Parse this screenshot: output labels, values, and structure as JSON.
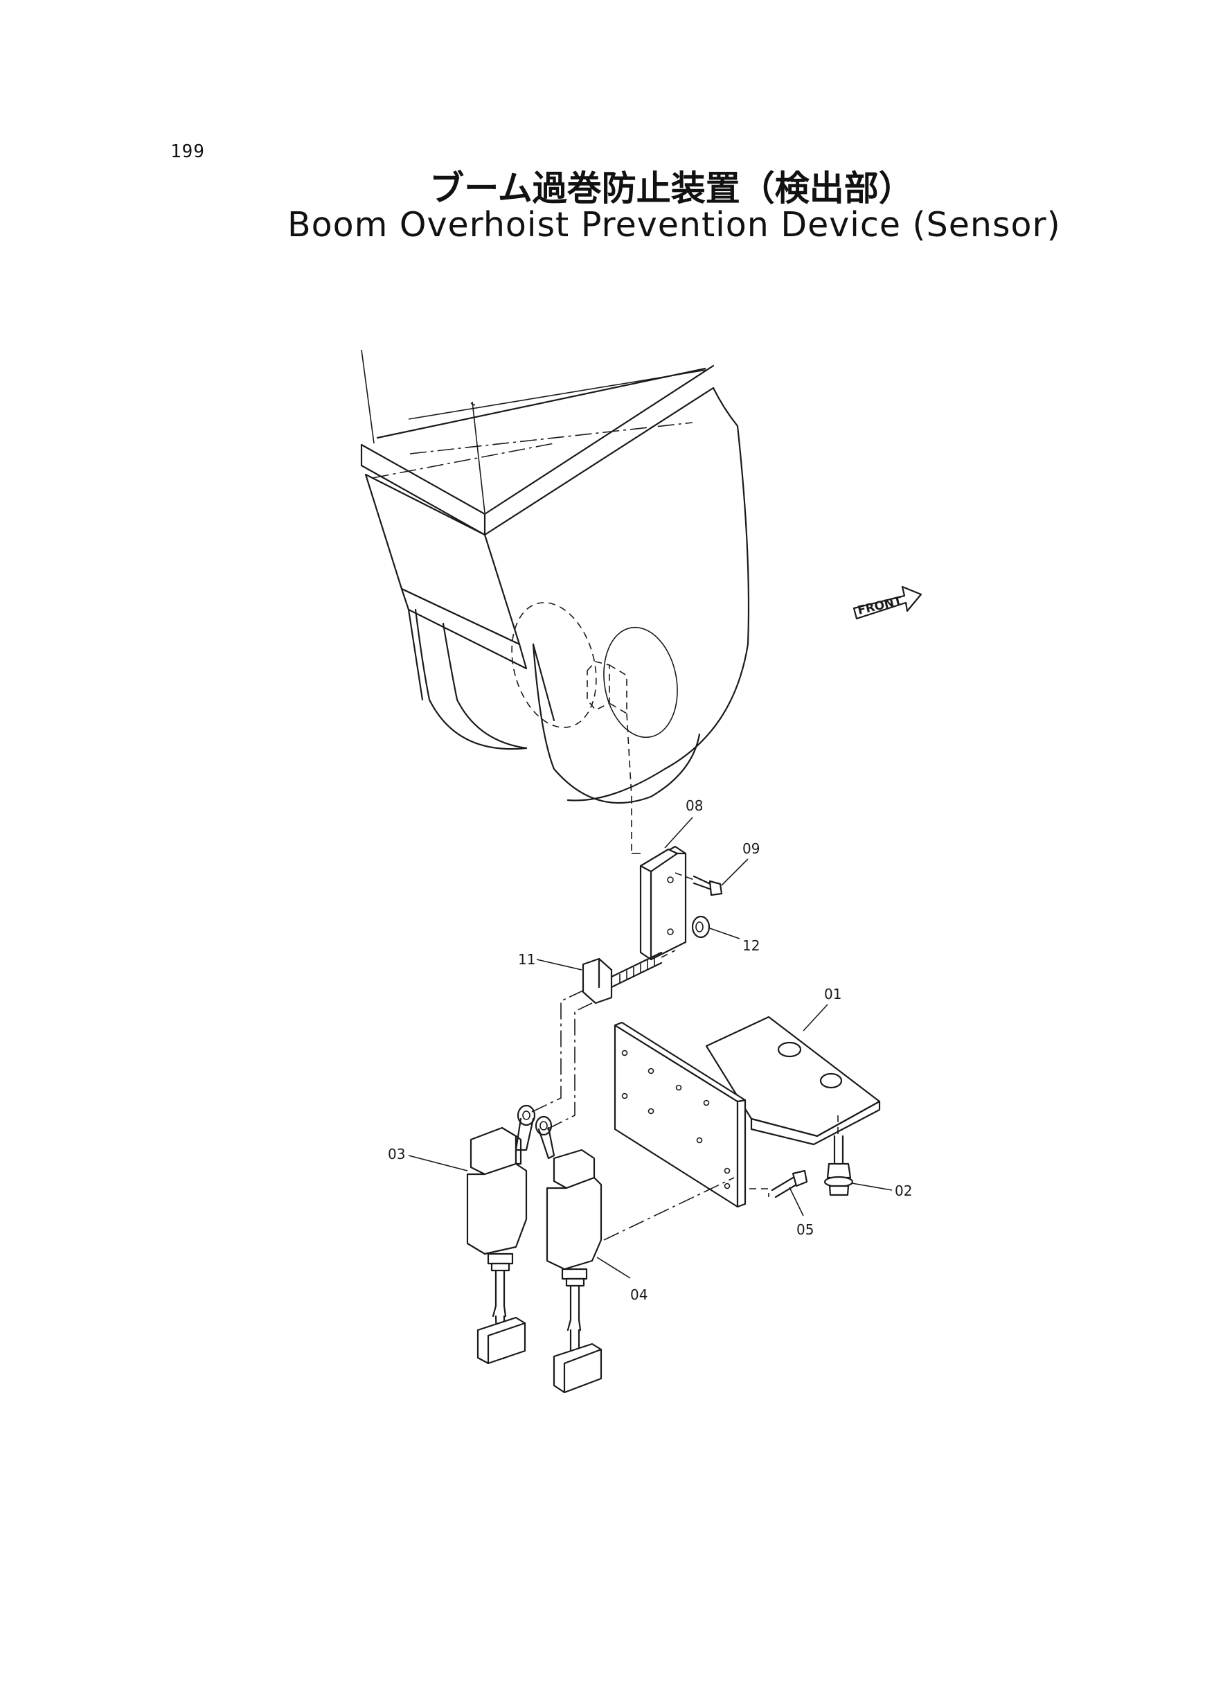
{
  "header": {
    "page_number": "199",
    "title_jp": "ブーム過巻防止装置（検出部）",
    "title_en": "Boom Overhoist Prevention Device (Sensor)"
  },
  "diagram": {
    "direction_label": "FRONT",
    "callouts": {
      "c01": "01",
      "c02": "02",
      "c03": "03",
      "c04": "04",
      "c05": "05",
      "c08": "08",
      "c09": "09",
      "c11": "11",
      "c12": "12"
    }
  }
}
